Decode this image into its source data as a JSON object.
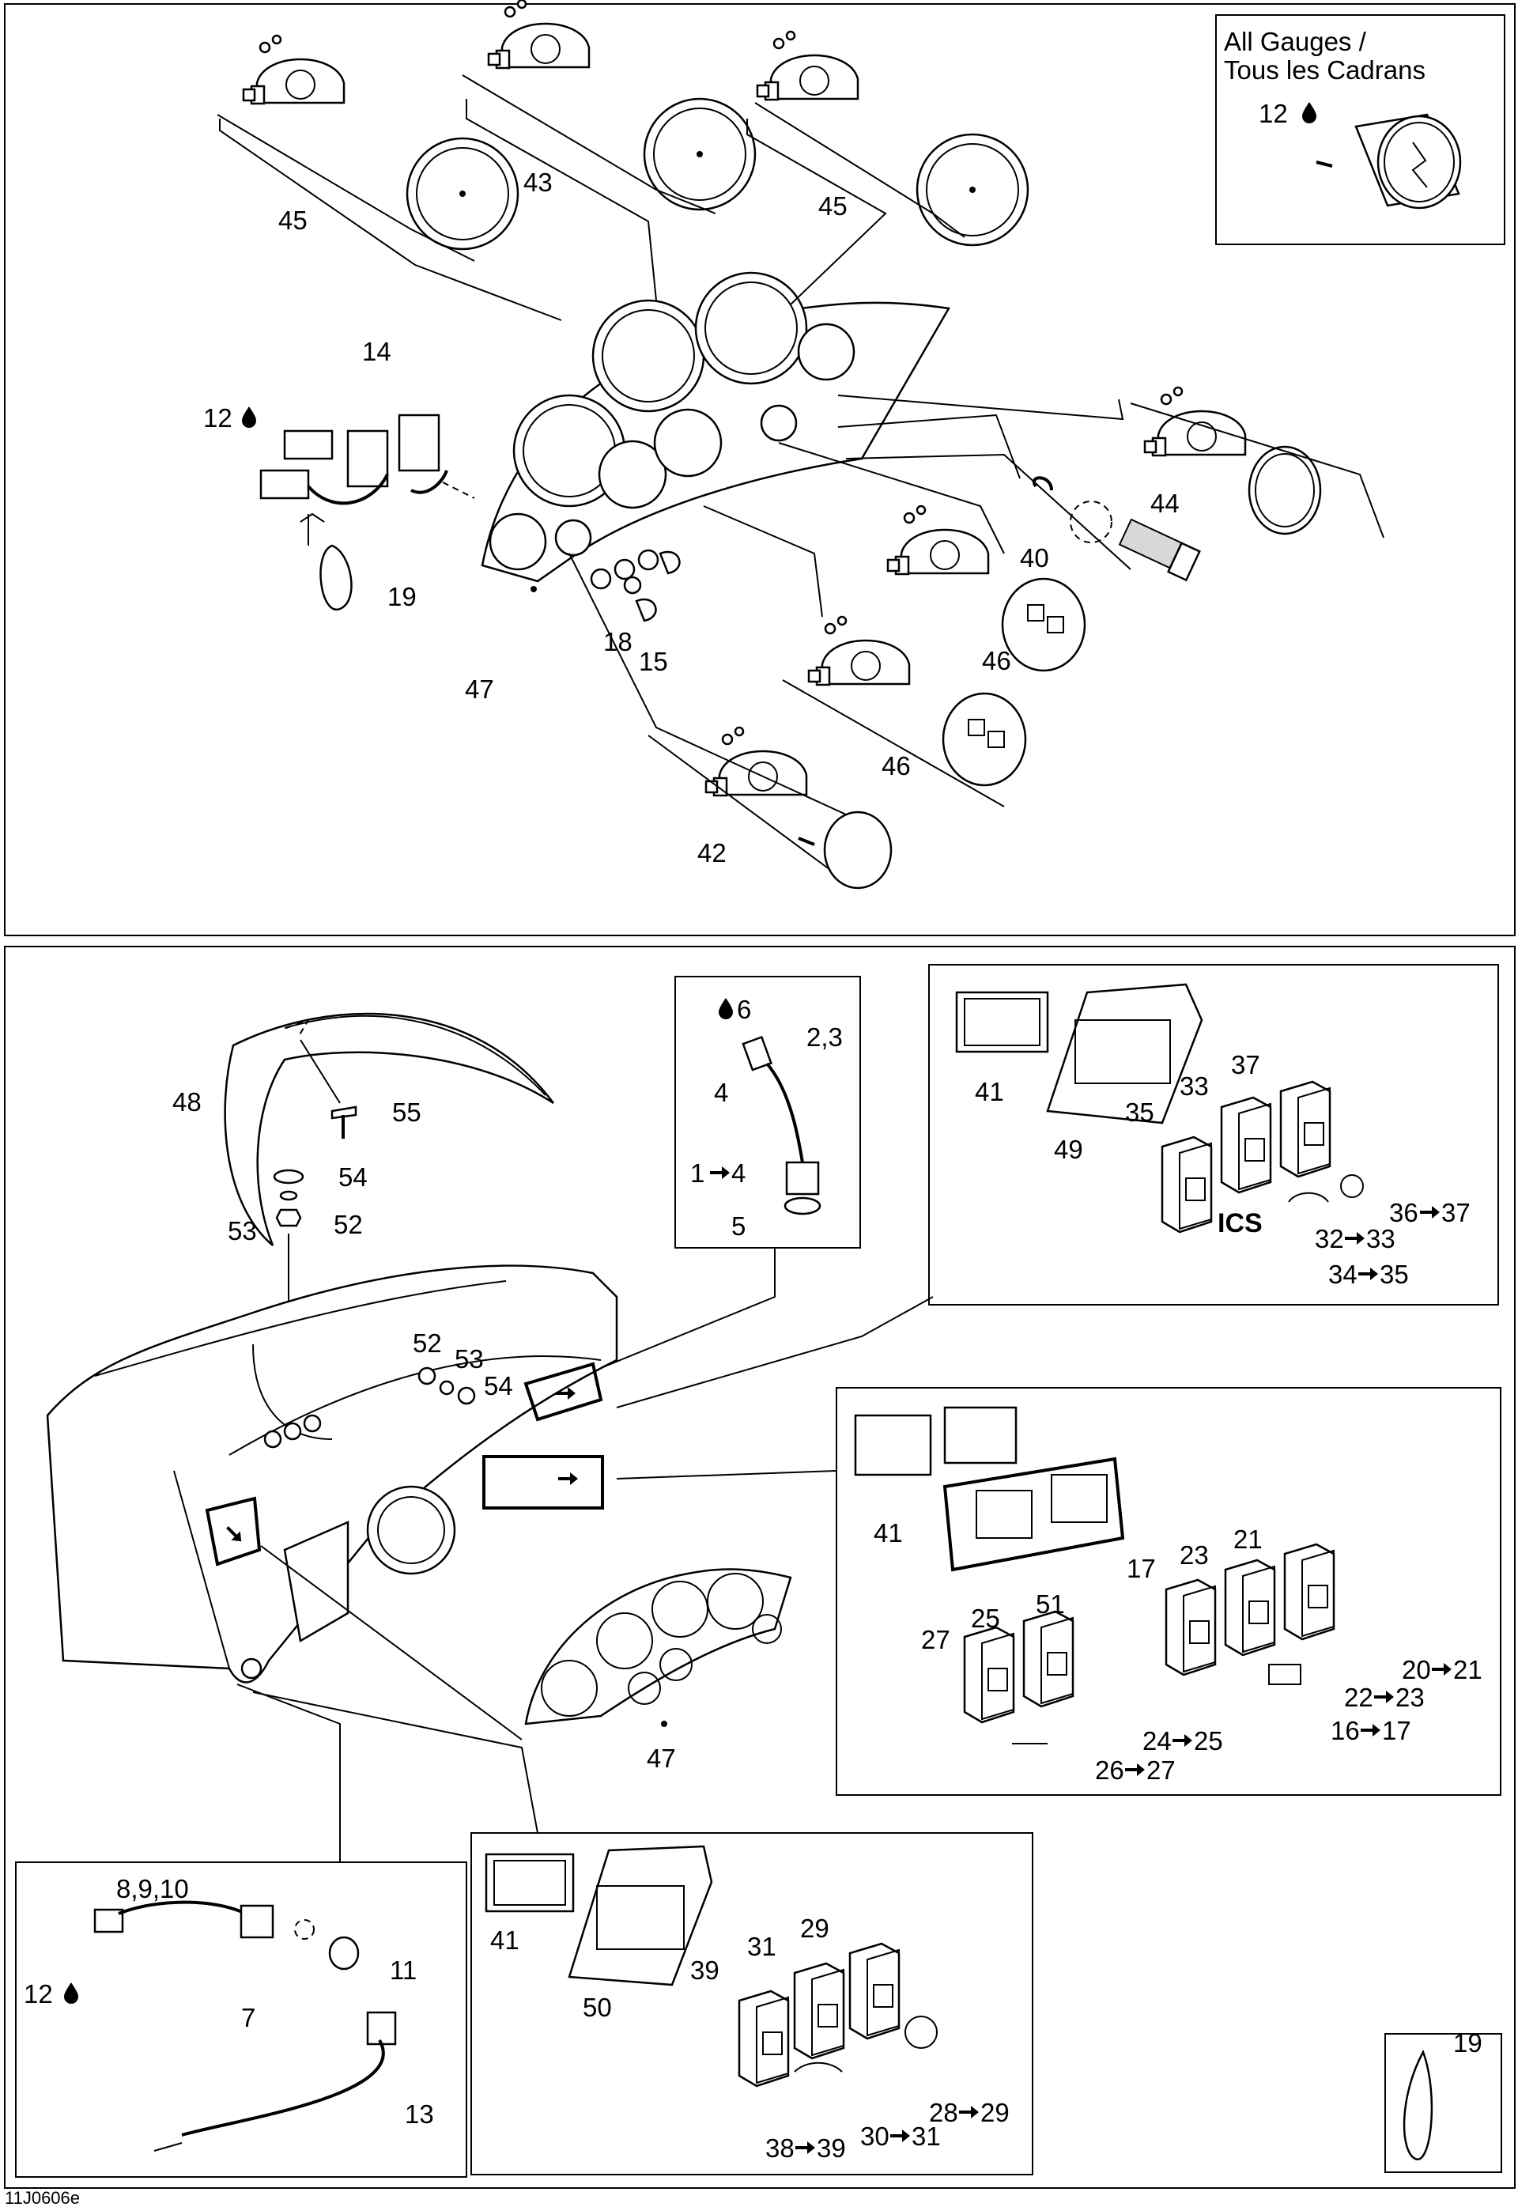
{
  "diagram_id": "11J0606e",
  "legend": {
    "line1": "All Gauges /",
    "line2": "Tous les Cadrans",
    "callout": "12"
  },
  "colors": {
    "ink": "#000000",
    "paper": "#ffffff",
    "shade": "#d8d8d8"
  },
  "icons": {
    "lubricant": "drop-icon",
    "arrow": "arrow-right-icon"
  },
  "labels": {
    "p45a": "45",
    "p43": "43",
    "p45b": "45",
    "p14": "14",
    "p12a": "12",
    "p19a": "19",
    "p18": "18",
    "p15": "15",
    "p47a": "47",
    "p44": "44",
    "p40": "40",
    "p46a": "46",
    "p46b": "46",
    "p42": "42",
    "p6": "6",
    "p23a": "2,3",
    "p4": "4",
    "p14k": "1",
    "p14k2": "4",
    "p5": "5",
    "p48": "48",
    "p55": "55",
    "p54a": "54",
    "p53a": "53",
    "p52a": "52",
    "p52b": "52",
    "p53b": "53",
    "p54b": "54",
    "p41a": "41",
    "p49": "49",
    "p35": "35",
    "p33": "33",
    "p37": "37",
    "p36a": "36",
    "p36b": "37",
    "p32a": "32",
    "p32b": "33",
    "p34a": "34",
    "p34b": "35",
    "ics": "ICS",
    "p41b": "41",
    "p51": "51",
    "p17": "17",
    "p23": "23",
    "p21": "21",
    "p27": "27",
    "p25": "25",
    "p20a": "20",
    "p20b": "21",
    "p22a": "22",
    "p22b": "23",
    "p16a": "16",
    "p16b": "17",
    "p24a": "24",
    "p24b": "25",
    "p26a": "26",
    "p26b": "27",
    "p47b": "47",
    "p8910": "8,9,10",
    "p12b": "12",
    "p7": "7",
    "p11": "11",
    "p13": "13",
    "p41c": "41",
    "p50": "50",
    "p39": "39",
    "p31": "31",
    "p29": "29",
    "p28a": "28",
    "p28b": "29",
    "p38a": "38",
    "p38b": "39",
    "p30a": "30",
    "p30b": "31",
    "p19b": "19"
  }
}
